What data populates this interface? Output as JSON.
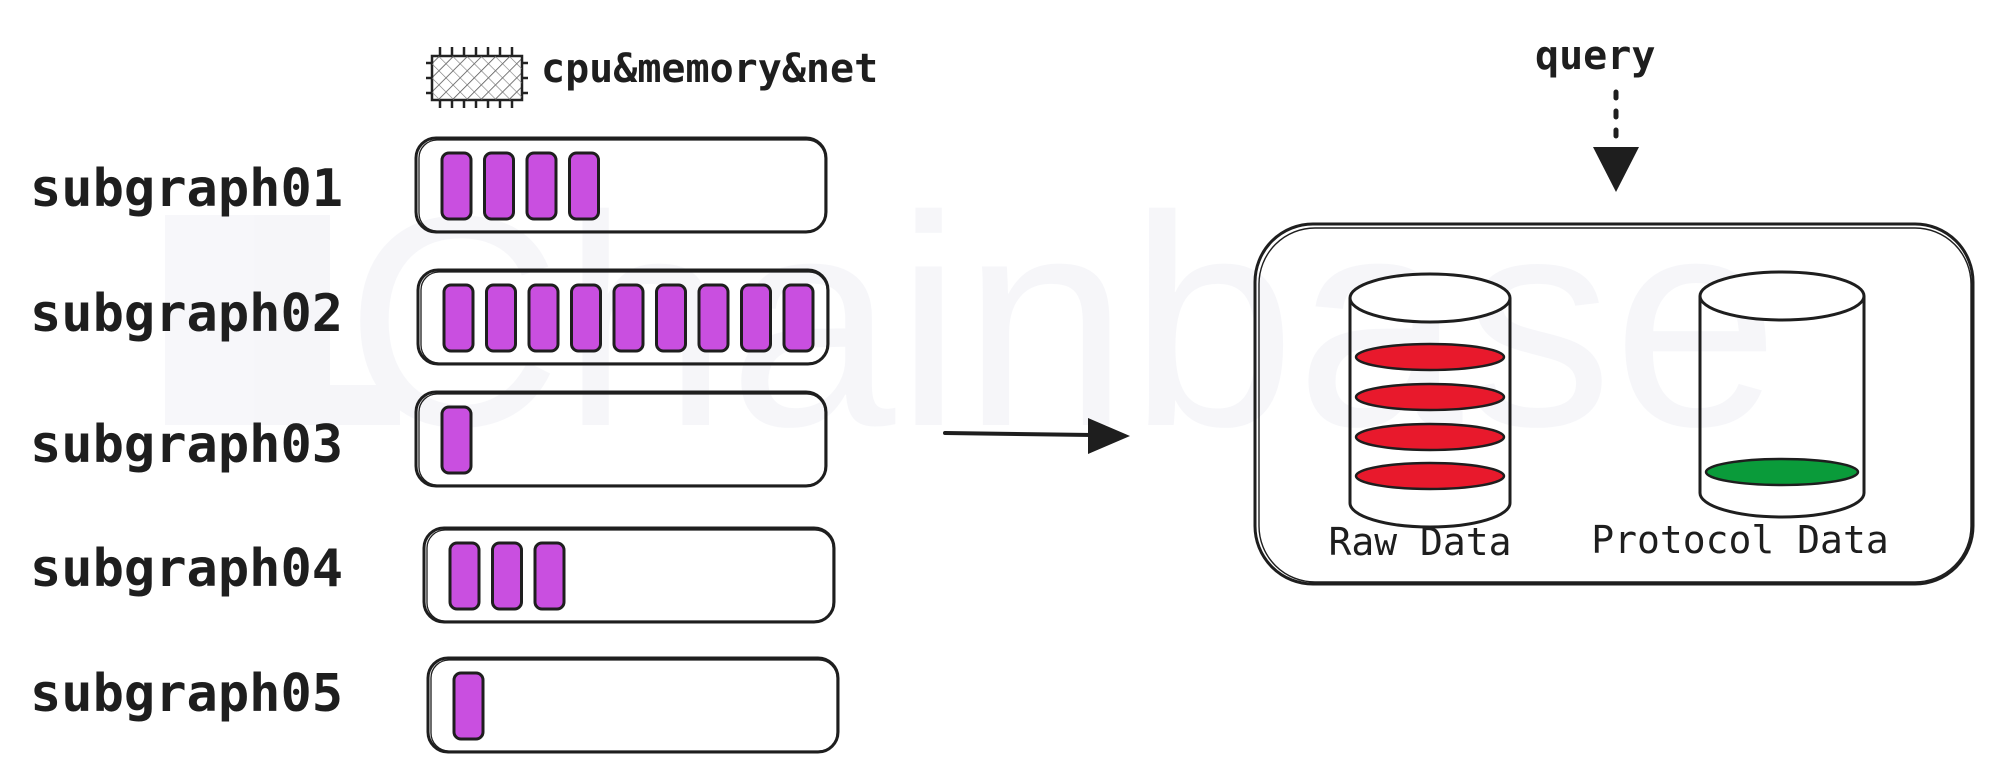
{
  "watermark": "Chainbase",
  "resource_legend": {
    "icon": "chip-icon",
    "label": "cpu&memory&net"
  },
  "subgraphs": [
    {
      "label": "subgraph01",
      "usage_units": 4
    },
    {
      "label": "subgraph02",
      "usage_units": 9
    },
    {
      "label": "subgraph03",
      "usage_units": 1
    },
    {
      "label": "subgraph04",
      "usage_units": 3
    },
    {
      "label": "subgraph05",
      "usage_units": 1
    }
  ],
  "query": {
    "label": "query"
  },
  "stores": [
    {
      "label": "Raw Data",
      "layers": 4,
      "color": "#e8192c"
    },
    {
      "label": "Protocol Data",
      "layers": 1,
      "color": "#0a9b3a"
    }
  ],
  "colors": {
    "usage_unit": "#c94fe0",
    "ink": "#1e1e1e"
  }
}
